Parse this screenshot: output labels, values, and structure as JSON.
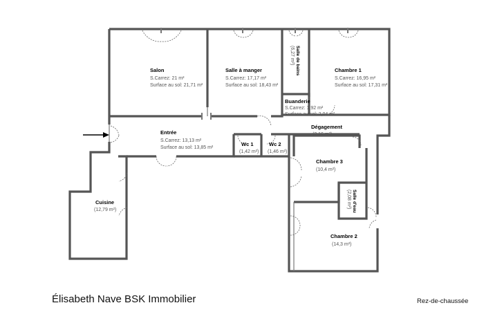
{
  "rooms": {
    "salon": {
      "name": "Salon",
      "carrez": "S.Carrez: 21 m²",
      "sol": "Surface au sol: 21,71 m²"
    },
    "salle_a_manger": {
      "name": "Salle à manger",
      "carrez": "S.Carrez: 17,17 m²",
      "sol": "Surface au sol: 18,43 m²"
    },
    "salle_de_bains": {
      "name": "Salle de bains",
      "area": "(6,27 m²)"
    },
    "chambre1": {
      "name": "Chambre 1",
      "carrez": "S.Carrez: 16,95 m²",
      "sol": "Surface au sol: 17,31 m²"
    },
    "buanderie": {
      "name": "Buanderie",
      "carrez": "S.Carrez: 1,92 m²",
      "sol": "Surface au sol: 2,04 m²"
    },
    "entree": {
      "name": "Entrée",
      "carrez": "S.Carrez: 13,13 m²",
      "sol": "Surface au sol: 13,85 m²"
    },
    "wc1": {
      "name": "Wc 1",
      "area": "(1,42 m²)"
    },
    "wc2": {
      "name": "Wc 2",
      "area": "(1,46 m²)"
    },
    "degagement": {
      "name": "Dégagement",
      "area": "(3,16 m²)"
    },
    "chambre3": {
      "name": "Chambre 3",
      "area": "(10,4 m²)"
    },
    "salle_d_eau": {
      "name": "Salle d'eau",
      "area": "(2,08 m²)"
    },
    "cuisine": {
      "name": "Cuisine",
      "area": "(12,79 m²)"
    },
    "chambre2": {
      "name": "Chambre 2",
      "area": "(14,3 m²)"
    }
  },
  "footer": {
    "agency": "Élisabeth Nave BSK Immobilier",
    "floor": "Rez-de-chaussée"
  },
  "colors": {
    "wall": "#4a4a4a",
    "wall_fill": "#8c8c8c"
  }
}
